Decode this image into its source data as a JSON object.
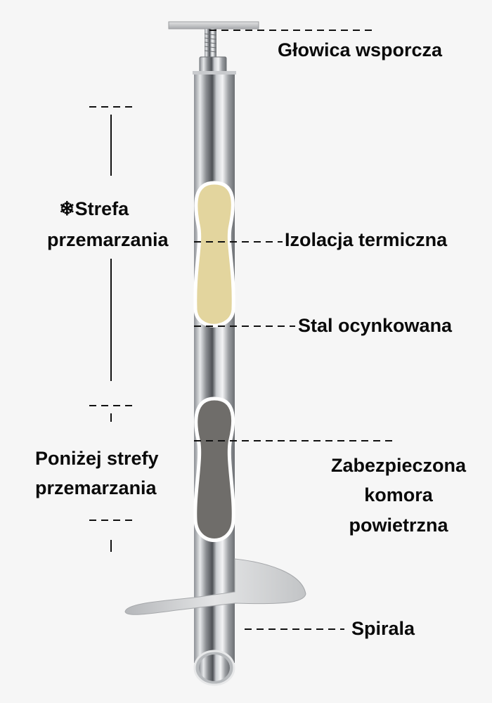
{
  "labels": {
    "head": "Głowica wsporcza",
    "frost_zone_icon": "snowflake-icon",
    "frost_zone_symbol": "❄",
    "frost_zone_line1": "Strefa",
    "frost_zone_line2": "przemarzania",
    "insulation": "Izolacja termiczna",
    "steel": "Stal ocynkowana",
    "below_line1": "Poniżej strefy",
    "below_line2": "przemarzania",
    "chamber_line1": "Zabezpieczona",
    "chamber_line2": "komora",
    "chamber_line3": "powietrzna",
    "spiral": "Spirala"
  },
  "colors": {
    "background": "#f6f6f6",
    "text": "#0a0a0a",
    "foam": "#e3d59e",
    "chamber": "#6f6d6a",
    "steel": "#b9bcc0"
  }
}
